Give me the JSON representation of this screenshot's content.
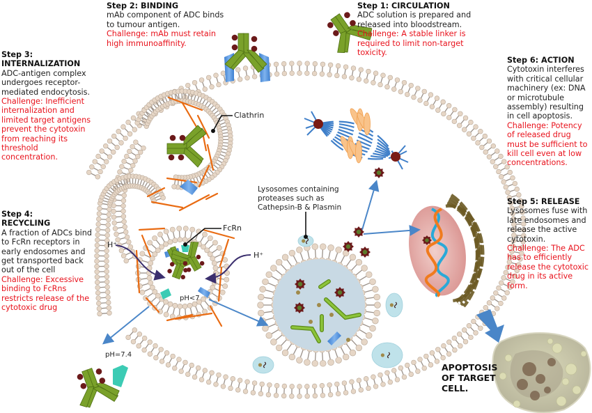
{
  "steps": [
    {
      "id": "circulation",
      "title": "Step 1: CIRCULATION",
      "description": "ADC solution is prepared and released into bloodstream.",
      "challenge": "Challenge: A stable linker is required to limit non-target toxicity."
    },
    {
      "id": "binding",
      "title": "Step 2: BINDING",
      "description": "mAb component of ADC binds to tumour antigen.",
      "challenge": "Challenge: mAb must retain high immunoaffinity."
    },
    {
      "id": "internalization",
      "title_line1": "Step 3:",
      "title_line2": "INTERNALIZATION",
      "description": "ADC-antigen complex undergoes receptor-mediated endocytosis.",
      "challenge": "Challenge: Inefficient internalization and limited target antigens prevent the cytotoxin from reaching its threshold concentration."
    },
    {
      "id": "recycling",
      "title_line1": "Step 4:",
      "title_line2": "RECYCLING",
      "description": "A fraction of ADCs bind to FcRn receptors in early endosomes and get transported back out of the cell",
      "challenge": "Challenge: Excessive binding to FcRns restricts release of the cytotoxic drug"
    },
    {
      "id": "release",
      "title": "Step 5: RELEASE",
      "description": "Lysosomes fuse with late endosomes and release the active cytotoxin.",
      "challenge": "Challenge: The ADC has to efficiently release the cytotoxic drug in its active form."
    },
    {
      "id": "action",
      "title": "Step 6: ACTION",
      "description": "Cytotoxin interferes with critical cellular machinery (ex: DNA or microtubule assembly) resulting in cell apoptosis.",
      "challenge": "Challenge: Potency of released drug must be sufficient to kill cell even at low concentrations."
    }
  ],
  "labels": {
    "clathrin": "Clathrin",
    "fcrn": "FcRn",
    "h_plus_left": "H⁺",
    "h_plus_right": "H⁺",
    "ph_endosome": "pH<7",
    "ph_outside": "pH=7.4",
    "lysosomes": "Lysosomes containing proteases such as Cathepsin-B & Plasmin",
    "apoptosis": "APOPTOSIS OF TARGET CELL."
  },
  "colors": {
    "challenge_text": "#e8121c",
    "membrane_head": "#e6d6c6",
    "membrane_tail": "#9a9088",
    "antibody": "#7aa12a",
    "antigen": "#5b9bd5",
    "clathrin": "#e96b12",
    "payload": "#6b1a1a",
    "lysosome_fill": "#bfe2ea",
    "arrow": "#4a86c8",
    "proton_arrow": "#3b2f6e",
    "fcrn": "#3ccbb4"
  }
}
